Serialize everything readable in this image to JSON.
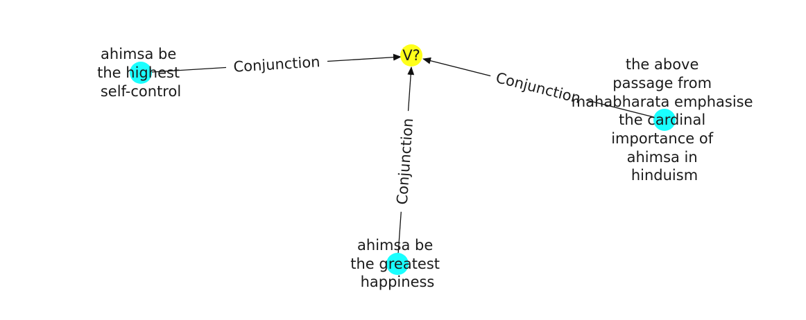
{
  "nodes": {
    "center": {
      "label": [
        "V?"
      ],
      "color": "#ffff1a"
    },
    "left": {
      "label": [
        "ahimsa be",
        "the highest",
        "self-control"
      ],
      "color": "#1affff"
    },
    "right": {
      "label": [
        "the above",
        "passage from",
        "mahabharata emphasise",
        "the cardinal",
        "importance of",
        "ahimsa in",
        "hinduism"
      ],
      "color": "#1affff"
    },
    "bottom": {
      "label": [
        "ahimsa be",
        "the greatest",
        "happiness"
      ],
      "color": "#1affff"
    }
  },
  "edges": {
    "left_to_center": {
      "label": "Conjunction"
    },
    "right_to_center": {
      "label": "Conjunction"
    },
    "bottom_to_center": {
      "label": "Conjunction"
    }
  }
}
